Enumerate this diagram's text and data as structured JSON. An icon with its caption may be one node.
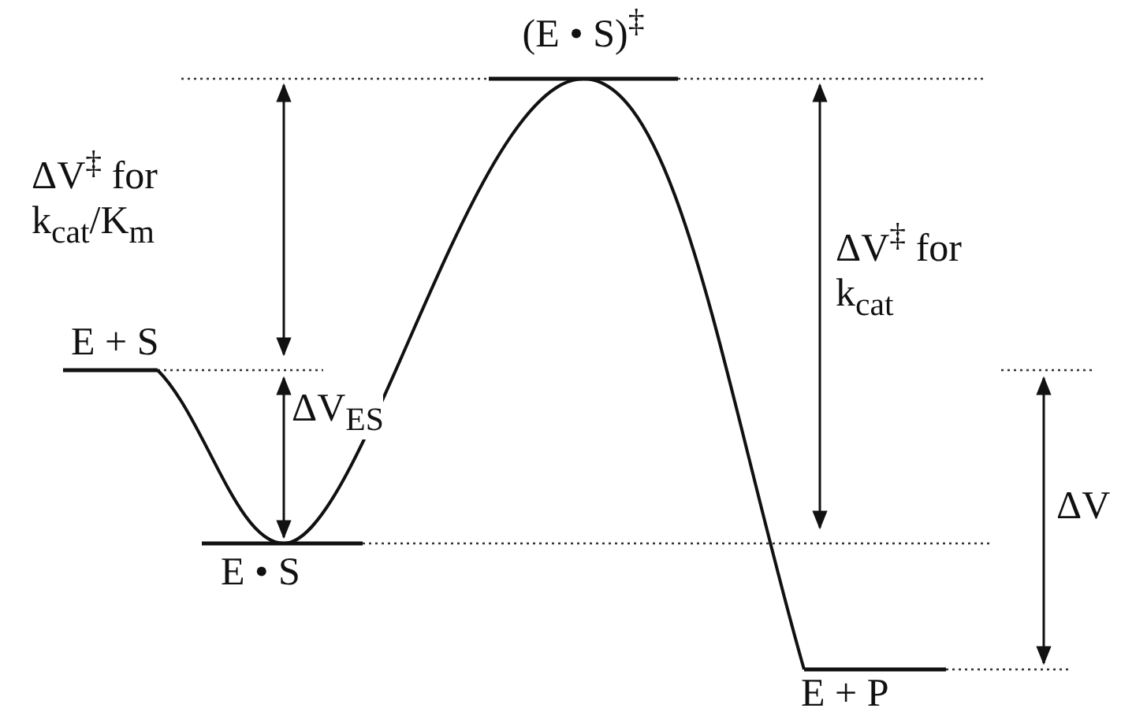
{
  "diagram": {
    "labels": [
      "(E • S)$^{‡}$",
      "ΔV$^{‡}$ for k$_{cat}$/K$_{m}$",
      "E + S",
      "ΔV$_{ES}$",
      "E • S",
      "ΔV$^{‡}$ for k$_{cat}$",
      "ΔV",
      "E + P"
    ]
  }
}
